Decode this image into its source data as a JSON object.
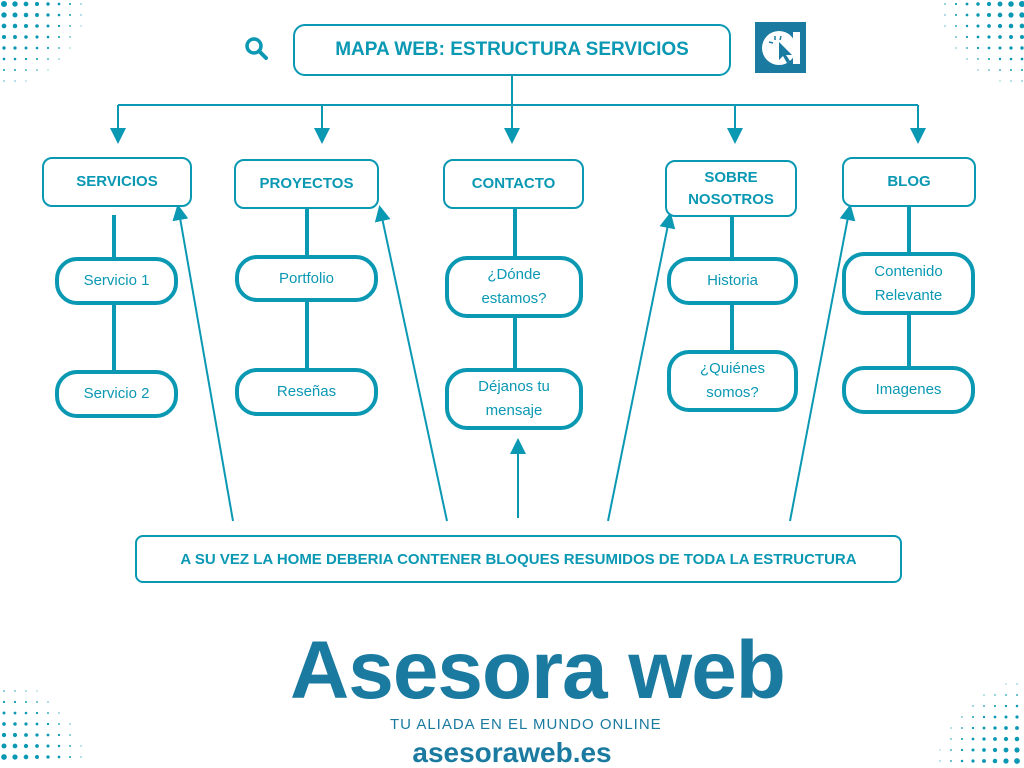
{
  "title": "MAPA WEB: ESTRUCTURA SERVICIOS",
  "sections": [
    {
      "label": "SERVICIOS",
      "children": [
        "Servicio 1",
        "Servicio 2"
      ]
    },
    {
      "label": "PROYECTOS",
      "children": [
        "Portfolio",
        "Reseñas"
      ]
    },
    {
      "label": "CONTACTO",
      "children": [
        "¿Dónde estamos?",
        "Déjanos tu mensaje"
      ]
    },
    {
      "label": "SOBRE NOSOTROS",
      "children": [
        "Historia",
        "¿Quiénes somos?"
      ]
    },
    {
      "label": "BLOG",
      "children": [
        "Contenido Relevante",
        "Imagenes"
      ]
    }
  ],
  "home_note": "A SU VEZ LA HOME DEBERIA CONTENER BLOQUES RESUMIDOS DE TODA LA ESTRUCTURA",
  "brand": {
    "name": "Asesora web",
    "tagline": "TU ALIADA EN EL MUNDO  ONLINE",
    "url": "asesoraweb.es"
  },
  "colors": {
    "accent": "#0a98b3",
    "brand": "#1a7aa0"
  }
}
